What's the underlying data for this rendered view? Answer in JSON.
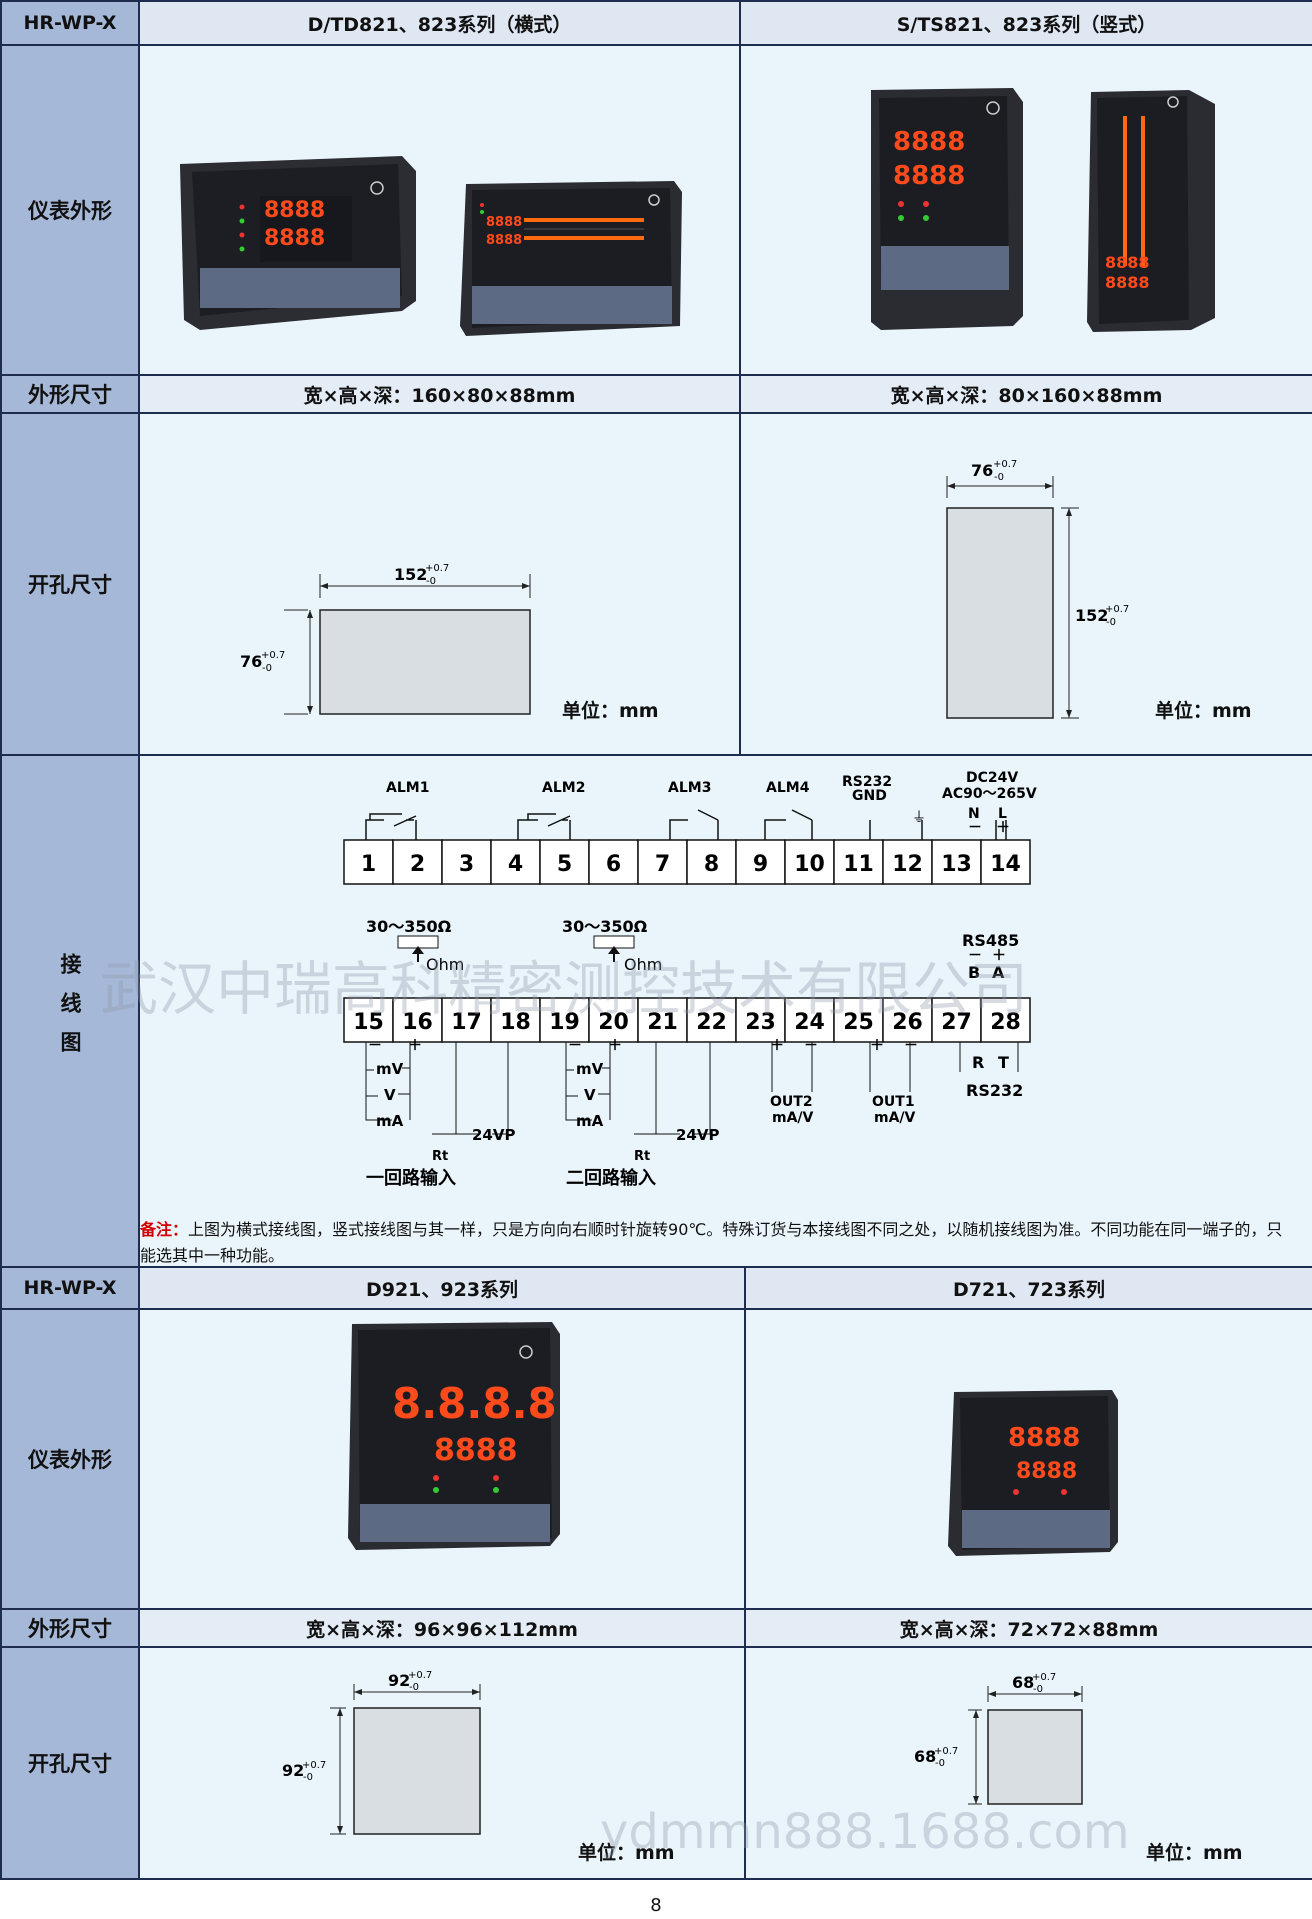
{
  "top_table": {
    "model_label": "HR-WP-X",
    "col1_title": "D/TD821、823系列（横式）",
    "col2_title": "S/TS821、823系列（竖式）",
    "row_appearance": "仪表外形",
    "row_dimension": "外形尺寸",
    "row_cutout": "开孔尺寸",
    "row_wiring": "接线图",
    "dim1": "宽×高×深：160×80×88mm",
    "dim2": "宽×高×深：80×160×88mm",
    "cut1_w": "152",
    "cut1_h": "76",
    "cut2_w": "76",
    "cut2_h": "152",
    "tol": "+0.7",
    "tol_minus": "-0",
    "unit": "单位：mm"
  },
  "wiring": {
    "alm_labels": [
      "ALM1",
      "ALM2",
      "ALM3",
      "ALM4"
    ],
    "rs232_gnd": [
      "RS232",
      "GND"
    ],
    "power": [
      "DC24V",
      "AC90～265V"
    ],
    "power_pol": [
      "N",
      "L",
      "－",
      "＋"
    ],
    "top_terminals": [
      "1",
      "2",
      "3",
      "4",
      "5",
      "6",
      "7",
      "8",
      "9",
      "10",
      "11",
      "12",
      "13",
      "14"
    ],
    "bottom_terminals": [
      "15",
      "16",
      "17",
      "18",
      "19",
      "20",
      "21",
      "22",
      "23",
      "24",
      "25",
      "26",
      "27",
      "28"
    ],
    "res_range": "30～350Ω",
    "ohm": "Ohm",
    "rs485": "RS485",
    "rs485_pins": [
      "B",
      "A"
    ],
    "rs485_pol": [
      "－",
      "＋"
    ],
    "rs232_pins": [
      "R",
      "T"
    ],
    "rs232_label": "RS232",
    "input_types": [
      "mV",
      "V",
      "mA"
    ],
    "pm": [
      "－",
      "＋"
    ],
    "rt": "Rt",
    "vp24": "24VP",
    "out2": [
      "OUT2",
      "mA/V"
    ],
    "out1": [
      "OUT1",
      "mA/V"
    ],
    "loop1": "一回路输入",
    "loop2": "二回路输入",
    "note_label": "备注：",
    "note_text": "上图为横式接线图，竖式接线图与其一样，只是方向向右顺时针旋转90℃。特殊订货与本接线图不同之处，以随机接线图为准。不同功能在同一端子的，只能选其中一种功能。"
  },
  "bottom_table": {
    "model_label": "HR-WP-X",
    "col1_title": "D921、923系列",
    "col2_title": "D721、723系列",
    "row_appearance": "仪表外形",
    "row_dimension": "外形尺寸",
    "row_cutout": "开孔尺寸",
    "dim1": "宽×高×深：96×96×112mm",
    "dim2": "宽×高×深：72×72×88mm",
    "cut1_w": "92",
    "cut1_h": "92",
    "cut2_w": "68",
    "cut2_h": "68",
    "unit1": "单位：mm",
    "unit2": "单位：mm"
  },
  "meter_digits": {
    "four": "8888",
    "five": "8.8.8.8"
  },
  "watermarks": {
    "company": "武汉中瑞高科精密测控技术有限公司",
    "site": "ydmmn888.1688.com"
  },
  "page_number": "8",
  "colors": {
    "label_bg": "#a6b8d7",
    "cell_bg": "#eaf5fb",
    "border": "#1e2d4f",
    "led": "#ff4a1c",
    "note_red": "#d00000"
  }
}
